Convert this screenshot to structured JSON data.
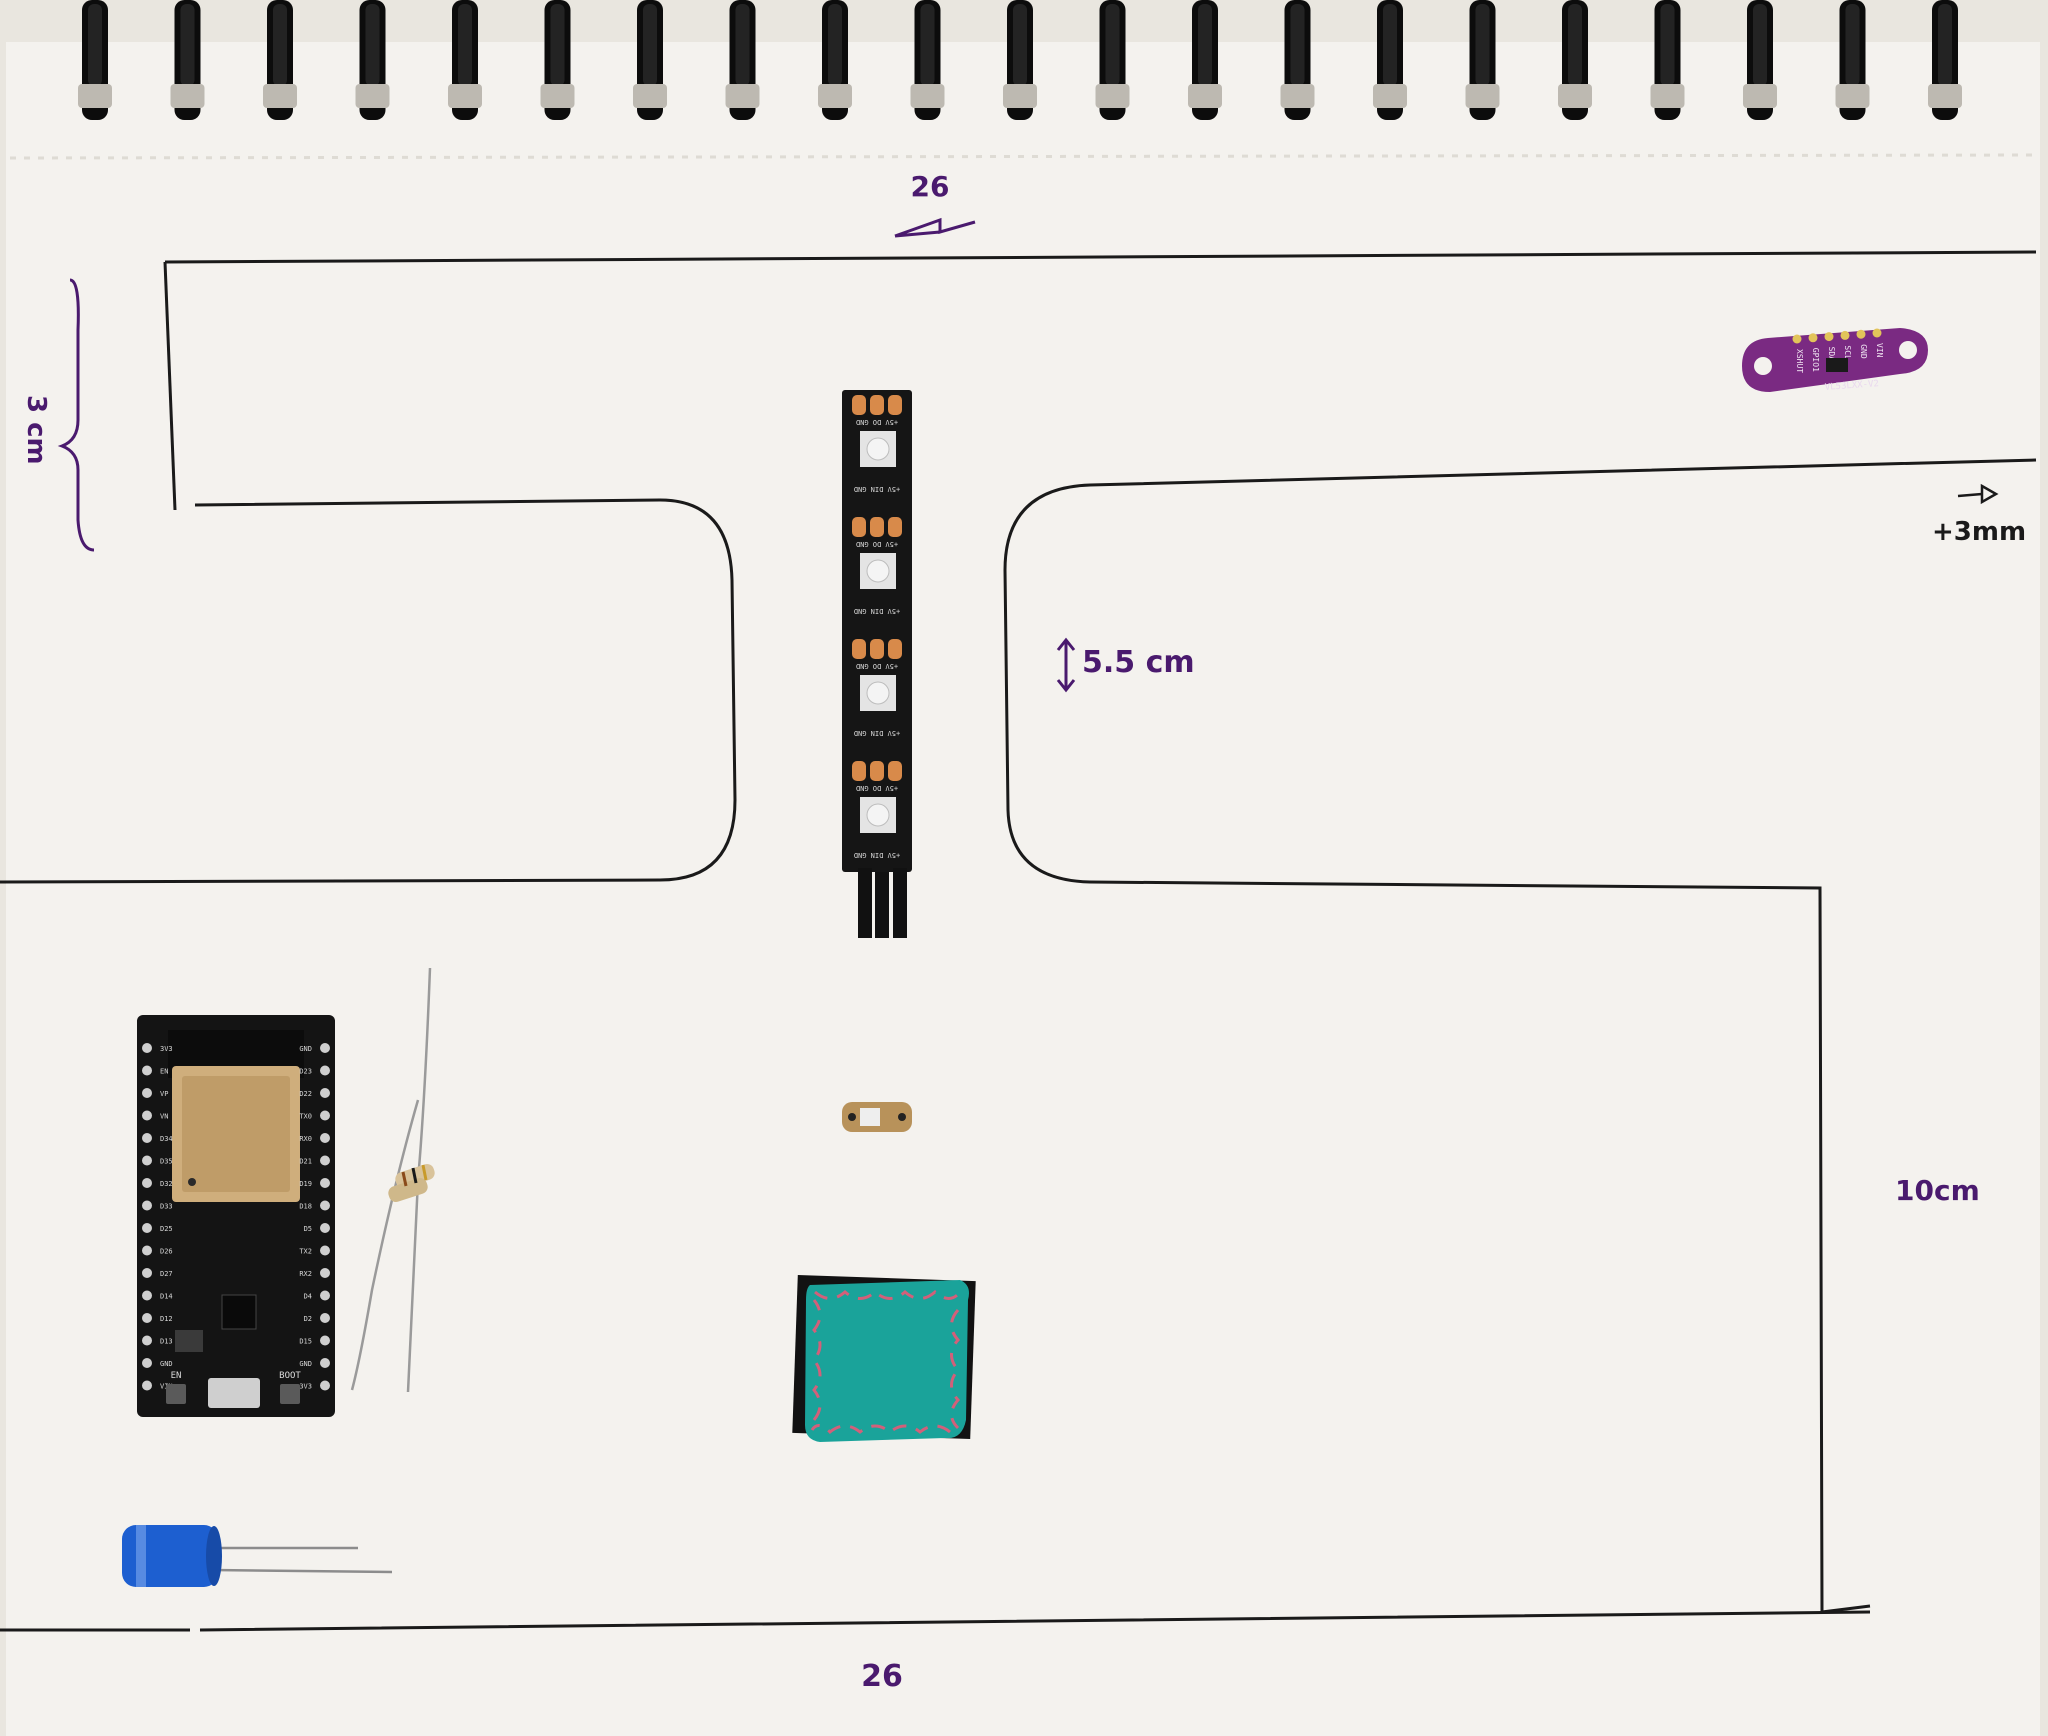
{
  "annotations": {
    "top_width": "26",
    "bottom_width": "26",
    "left_height": "3 cm",
    "led_gap": "5.5 cm",
    "right_offset": "+3mm",
    "right_height": "10cm"
  },
  "strip": {
    "pad_labels_top": "+5V DO GND",
    "pad_labels_bottom": "+5V DIN GND"
  },
  "tof_sensor": {
    "pins": [
      "VIN",
      "GND",
      "SCL",
      "SDA",
      "GPIO1",
      "XSHUT"
    ],
    "model": "VL53LXX-V2"
  },
  "esp32": {
    "pins_left": [
      "3V3",
      "EN",
      "VP",
      "VN",
      "D34",
      "D35",
      "D32",
      "D33",
      "D25",
      "D26",
      "D27",
      "D14",
      "D12",
      "D13",
      "GND",
      "VIN"
    ],
    "pins_right": [
      "GND",
      "D23",
      "D22",
      "TX0",
      "RX0",
      "D21",
      "D19",
      "D18",
      "D5",
      "TX2",
      "RX2",
      "D4",
      "D2",
      "D15",
      "GND",
      "3V3"
    ],
    "button_left": "EN",
    "button_right": "BOOT"
  },
  "colors": {
    "paper": "#f4f2ee",
    "pencil": "#1a1a1a",
    "marker": "#4a1a6e",
    "spiral": "#0c0c0c",
    "felt": "#1aa39a",
    "thread": "#d2607a",
    "capacitor": "#1d5fd0",
    "sensor_board": "#7a2a82"
  }
}
